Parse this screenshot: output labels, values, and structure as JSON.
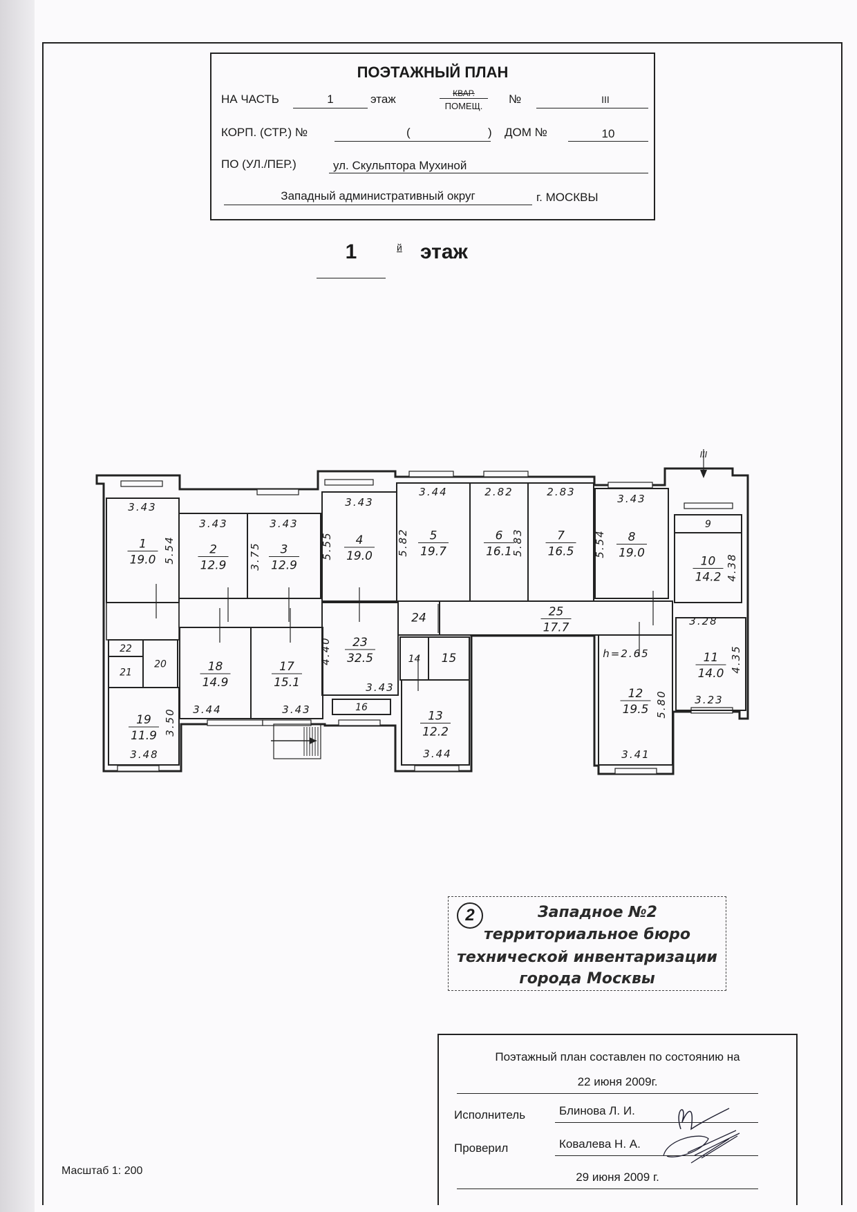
{
  "header": {
    "title": "ПОЭТАЖНЫЙ ПЛАН",
    "part_label": "НА ЧАСТЬ",
    "part_value": "1",
    "floor_word": "этаж",
    "kvar_struck": "КВАР.",
    "pomesh": "ПОМЕЩ.",
    "number_sign": "№",
    "number_value": "III",
    "korp_label": "КОРП. (СТР.) №",
    "paren_open": "(",
    "paren_close": ")",
    "dom_label": "ДОМ №",
    "dom_value": "10",
    "street_label": "ПО (УЛ./ПЕР.)",
    "street_value": "ул. Скульптора Мухиной",
    "district": "Западный административный округ",
    "city": "г. МОСКВЫ"
  },
  "floor_heading": {
    "number": "1",
    "suffix": "й",
    "word": "этаж"
  },
  "plan": {
    "rooms": [
      {
        "num": "1",
        "area": "19.0",
        "dims": [
          "3.43",
          "5.54"
        ]
      },
      {
        "num": "2",
        "area": "12.9",
        "dims": [
          "3.43"
        ]
      },
      {
        "num": "3",
        "area": "12.9",
        "dims": [
          "3.43",
          "3.75"
        ]
      },
      {
        "num": "4",
        "area": "19.0",
        "dims": [
          "3.43",
          "5.55"
        ]
      },
      {
        "num": "5",
        "area": "19.7",
        "dims": [
          "3.44",
          "5.82"
        ]
      },
      {
        "num": "6",
        "area": "16.1",
        "dims": [
          "2.82",
          "5.83"
        ]
      },
      {
        "num": "7",
        "area": "16.5",
        "dims": [
          "2.83"
        ]
      },
      {
        "num": "8",
        "area": "19.0",
        "dims": [
          "3.43",
          "5.54"
        ]
      },
      {
        "num": "9",
        "area": "",
        "dims": []
      },
      {
        "num": "10",
        "area": "14.2",
        "dims": [
          "4.38"
        ]
      },
      {
        "num": "11",
        "area": "14.0",
        "dims": [
          "3.28",
          "4.35",
          "3.23"
        ]
      },
      {
        "num": "12",
        "area": "19.5",
        "dims": [
          "5.80",
          "3.41",
          "h=2.65"
        ]
      },
      {
        "num": "13",
        "area": "12.2",
        "dims": [
          "3.44"
        ]
      },
      {
        "num": "14",
        "area": "",
        "dims": []
      },
      {
        "num": "15",
        "area": "",
        "dims": []
      },
      {
        "num": "16",
        "area": "",
        "dims": []
      },
      {
        "num": "17",
        "area": "15.1",
        "dims": [
          "3.43"
        ]
      },
      {
        "num": "18",
        "area": "14.9",
        "dims": [
          "3.44"
        ]
      },
      {
        "num": "19",
        "area": "11.9",
        "dims": [
          "3.50",
          "3.48"
        ]
      },
      {
        "num": "20",
        "area": "",
        "dims": []
      },
      {
        "num": "21",
        "area": "",
        "dims": []
      },
      {
        "num": "22",
        "area": "",
        "dims": []
      },
      {
        "num": "23",
        "area": "32.5",
        "dims": [
          "4.40",
          "3.43"
        ]
      },
      {
        "num": "24",
        "area": "",
        "dims": []
      },
      {
        "num": "25",
        "area": "17.7",
        "dims": []
      }
    ],
    "entrance_mark": "III"
  },
  "stamp": {
    "logo": "2",
    "lines": [
      "Западное №2",
      "территориальное бюро",
      "технической инвентаризации",
      "города Москвы"
    ]
  },
  "footer": {
    "state_text": "Поэтажный план составлен по состоянию на",
    "state_date": "22 июня 2009г.",
    "executor_label": "Исполнитель",
    "executor_name": "Блинова Л. И.",
    "checker_label": "Проверил",
    "checker_name": "Ковалева Н. А.",
    "check_date": "29 июня 2009 г.",
    "scale": "Масштаб 1: 200"
  }
}
